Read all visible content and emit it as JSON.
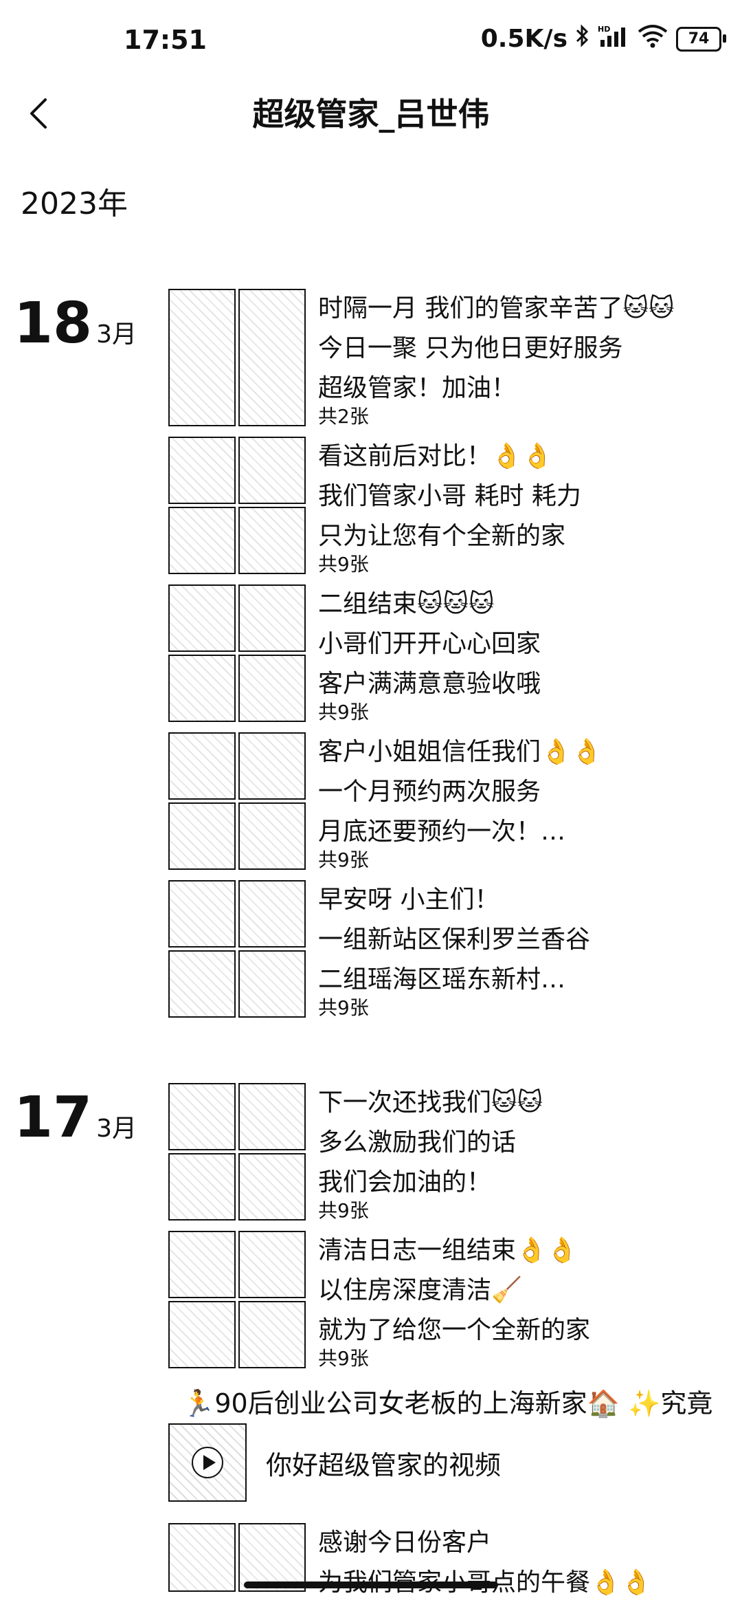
{
  "status": {
    "time": "17:51",
    "net_speed": "0.5K/s",
    "battery": "74"
  },
  "header": {
    "title": "超级管家_吕世伟"
  },
  "year": "2023年",
  "groups": [
    {
      "day": "18",
      "month": "3月",
      "entries": [
        {
          "lines": [
            "时隔一月 我们的管家辛苦了🐱🐱",
            "今日一聚 只为他日更好服务",
            "超级管家！加油！"
          ],
          "count": "共2张"
        },
        {
          "lines": [
            "看这前后对比！👌👌",
            "我们管家小哥 耗时 耗力",
            "只为让您有个全新的家"
          ],
          "count": "共9张"
        },
        {
          "lines": [
            "二组结束🐱🐱🐱",
            "小哥们开开心心回家",
            "客户满满意意验收哦"
          ],
          "count": "共9张"
        },
        {
          "lines": [
            "客户小姐姐信任我们👌👌",
            "一个月预约两次服务",
            "月底还要预约一次！…"
          ],
          "count": "共9张"
        },
        {
          "lines": [
            "早安呀 小主们！",
            "一组新站区保利罗兰香谷",
            "二组瑶海区瑶东新村…"
          ],
          "count": "共9张"
        }
      ]
    },
    {
      "day": "17",
      "month": "3月",
      "entries": [
        {
          "lines": [
            "下一次还找我们🐱🐱",
            "多么激励我们的话",
            "我们会加油的！"
          ],
          "count": "共9张"
        },
        {
          "lines": [
            "清洁日志一组结束👌👌",
            "以住房深度清洁🧹",
            "就为了给您一个全新的家"
          ],
          "count": "共9张"
        }
      ]
    }
  ],
  "banner": "🏃90后创业公司女老板的上海新家🏠 ✨究竟",
  "video": {
    "label": "你好超级管家的视频"
  },
  "last_entry": {
    "lines": [
      "感谢今日份客户",
      "为我们管家小哥点的午餐👌👌"
    ]
  }
}
